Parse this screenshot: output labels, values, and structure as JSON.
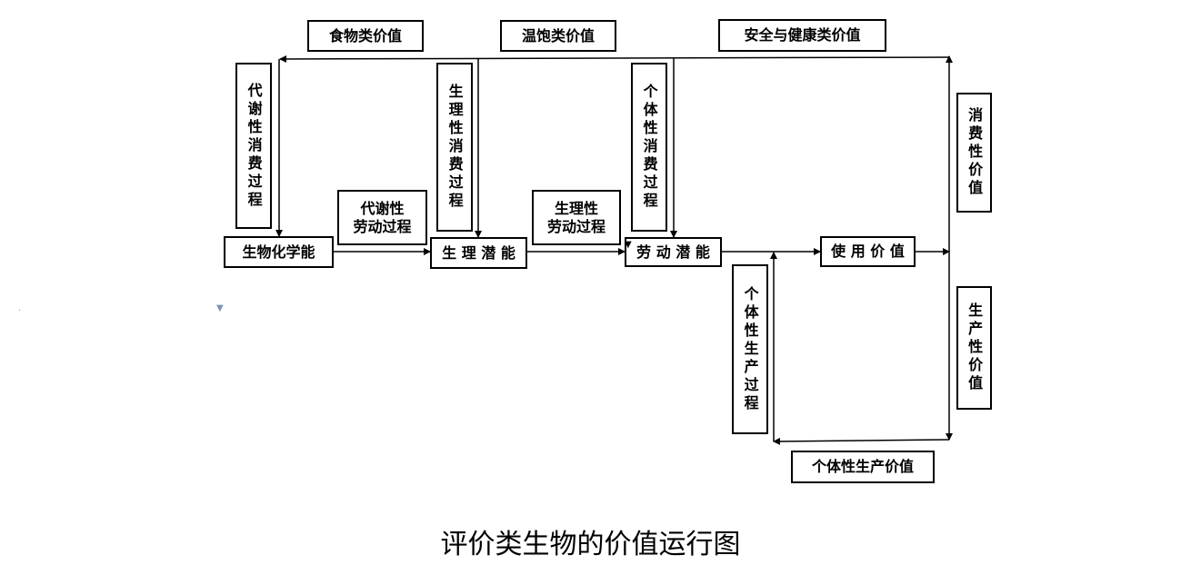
{
  "nodes": {
    "biochem_energy": "生物化学能",
    "physio_potential": "生 理 潜 能",
    "labor_potential": "劳 动 潜 能",
    "use_value": "使 用 价 值"
  },
  "processes": {
    "metabolic_labor": [
      "代谢性",
      "劳动过程"
    ],
    "physio_labor": [
      "生理性",
      "劳动过程"
    ],
    "metabolic_consumption": "代谢性消费过程",
    "physio_consumption": "生理性消费过程",
    "individual_consumption": "个体性消费过程",
    "individual_production": "个体性生产过程"
  },
  "values": {
    "food": "食物类价值",
    "warmth": "温饱类价值",
    "safety_health": "安全与健康类价值",
    "consumptive": "消费性价值",
    "productive": "生产性价值",
    "individual_production_value": "个体性生产价值"
  },
  "caption": "评价类生物的价值运行图",
  "marker": "▼"
}
